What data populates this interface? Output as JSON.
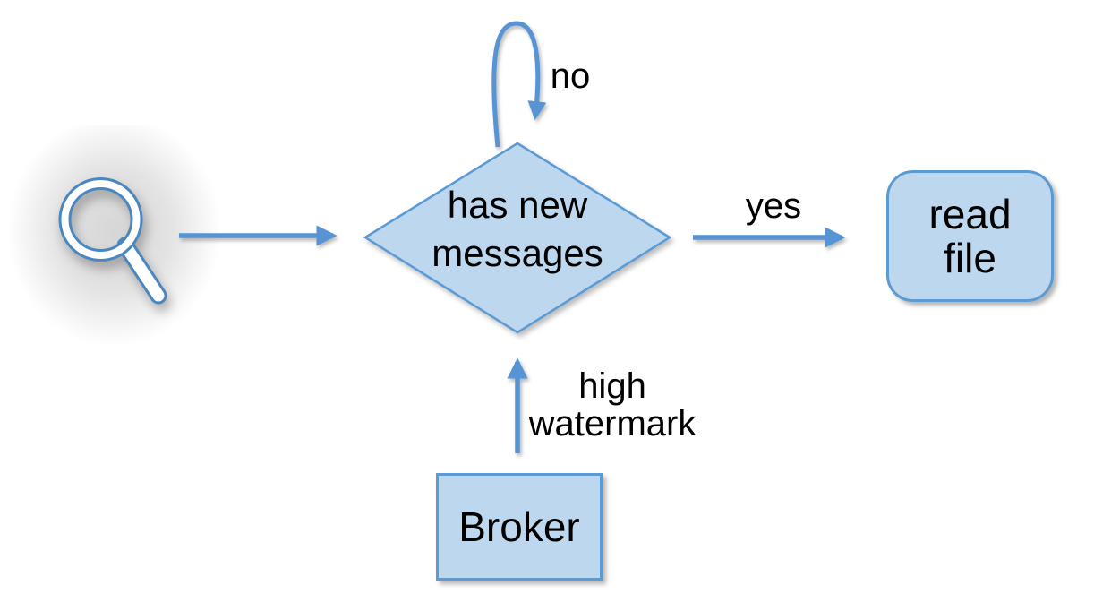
{
  "colors": {
    "background": "#ffffff",
    "node_fill": "#bdd7ee",
    "node_border": "#5b9bd5",
    "arrow": "#5694d4",
    "text": "#000000"
  },
  "icons": {
    "source": "magnifying-glass"
  },
  "nodes": {
    "decision": {
      "shape": "diamond",
      "line1": "has new",
      "line2": "messages"
    },
    "read_file": {
      "shape": "rounded-rectangle",
      "line1": "read",
      "line2": "file"
    },
    "broker": {
      "shape": "rectangle",
      "label": "Broker"
    }
  },
  "edges": {
    "search_to_decision": {
      "label": ""
    },
    "no_loop": {
      "label": "no"
    },
    "yes": {
      "label": "yes"
    },
    "high_watermark": {
      "line1": "high",
      "line2": "watermark"
    }
  }
}
